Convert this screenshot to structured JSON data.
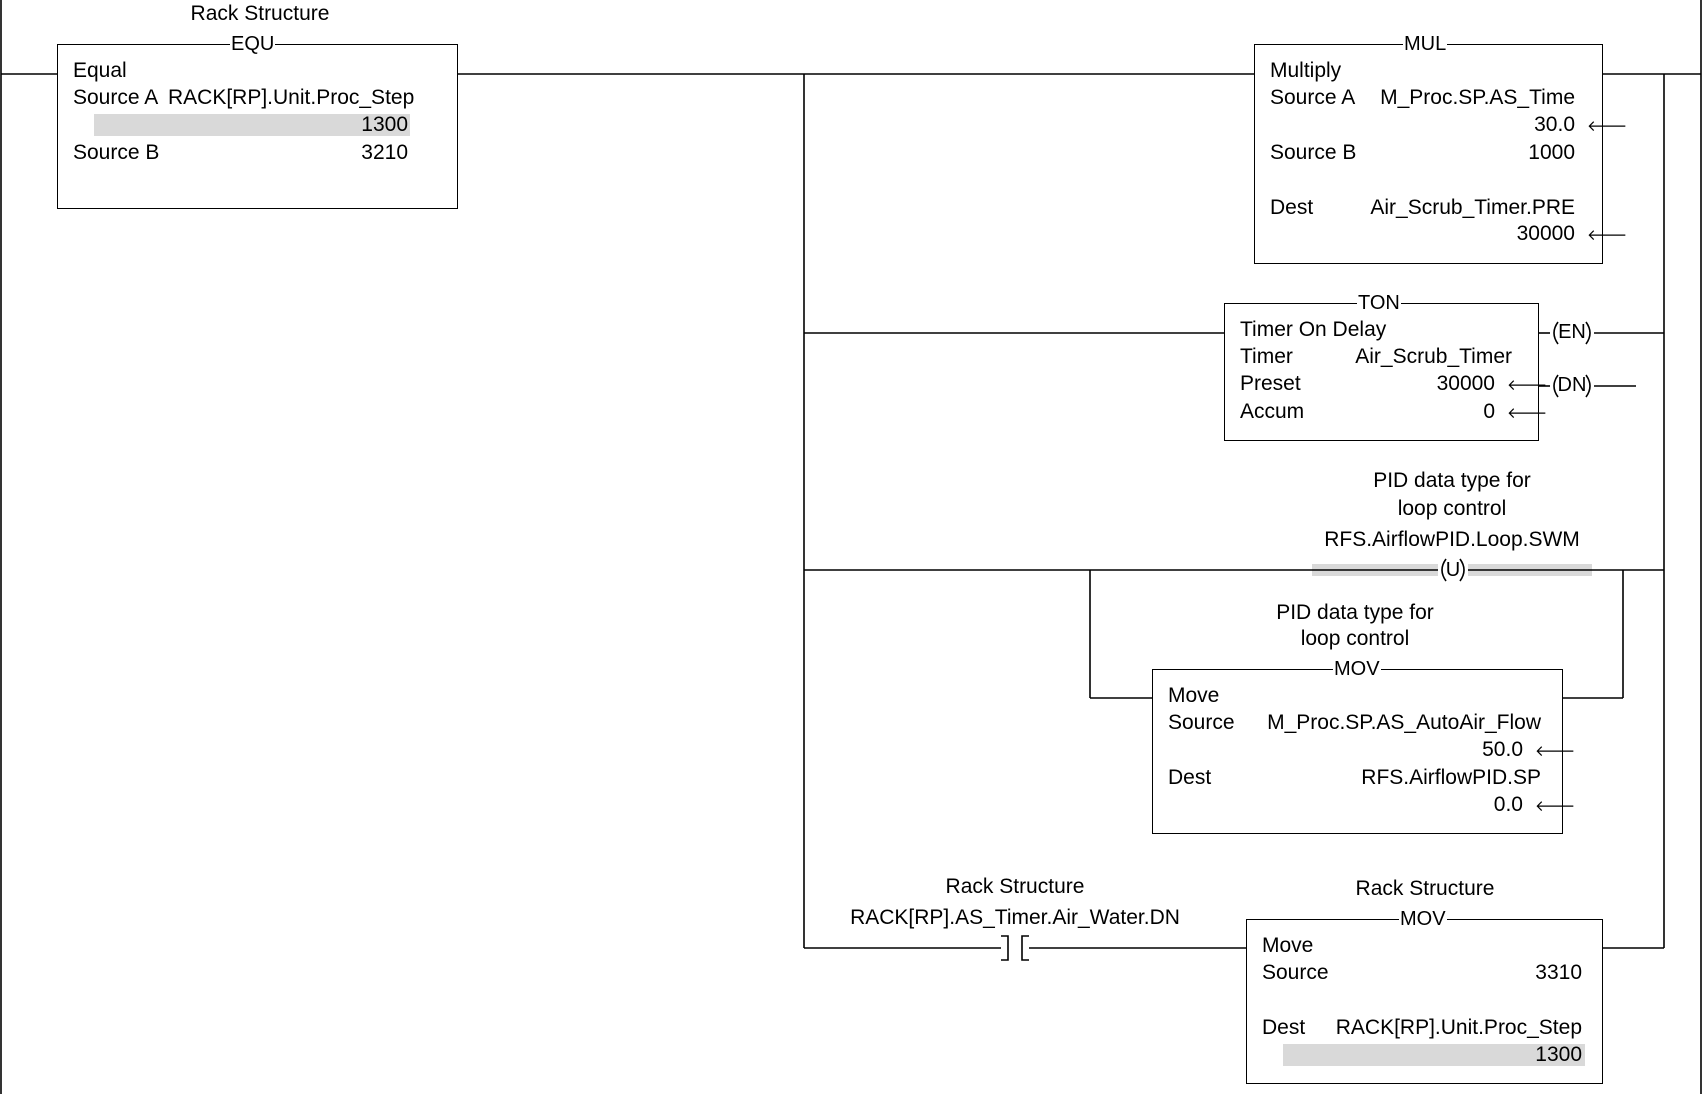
{
  "colors": {
    "wire": "#000000",
    "highlight": "#d9d9d9",
    "background": "#ffffff"
  },
  "equ": {
    "tag_desc": "Rack Structure",
    "name": "EQU",
    "title": "Equal",
    "srcA_label": "Source A",
    "srcA_tag": "RACK[RP].Unit.Proc_Step",
    "srcA_value": "1300",
    "srcB_label": "Source B",
    "srcB_value": "3210"
  },
  "mul": {
    "name": "MUL",
    "title": "Multiply",
    "srcA_label": "Source A",
    "srcA_tag": "M_Proc.SP.AS_Time",
    "srcA_value": "30.0",
    "srcB_label": "Source B",
    "srcB_value": "1000",
    "dest_label": "Dest",
    "dest_tag": "Air_Scrub_Timer.PRE",
    "dest_value": "30000"
  },
  "ton": {
    "name": "TON",
    "title": "Timer On Delay",
    "timer_label": "Timer",
    "timer_tag": "Air_Scrub_Timer",
    "preset_label": "Preset",
    "preset_value": "30000",
    "accum_label": "Accum",
    "accum_value": "0",
    "en_coil": "EN",
    "dn_coil": "DN"
  },
  "unlatch": {
    "desc_line1": "PID data type for",
    "desc_line2": "loop control",
    "tag": "RFS.AirflowPID.Loop.SWM",
    "symbol": "U"
  },
  "mov1": {
    "desc_line1": "PID data type for",
    "desc_line2": "loop control",
    "name": "MOV",
    "title": "Move",
    "src_label": "Source",
    "src_tag": "M_Proc.SP.AS_AutoAir_Flow",
    "src_value": "50.0",
    "dest_label": "Dest",
    "dest_tag": "RFS.AirflowPID.SP",
    "dest_value": "0.0"
  },
  "xic": {
    "tag_desc": "Rack Structure",
    "tag": "RACK[RP].AS_Timer.Air_Water.DN"
  },
  "mov2": {
    "tag_desc": "Rack Structure",
    "name": "MOV",
    "title": "Move",
    "src_label": "Source",
    "src_value": "3310",
    "dest_label": "Dest",
    "dest_tag": "RACK[RP].Unit.Proc_Step",
    "dest_value": "1300"
  }
}
